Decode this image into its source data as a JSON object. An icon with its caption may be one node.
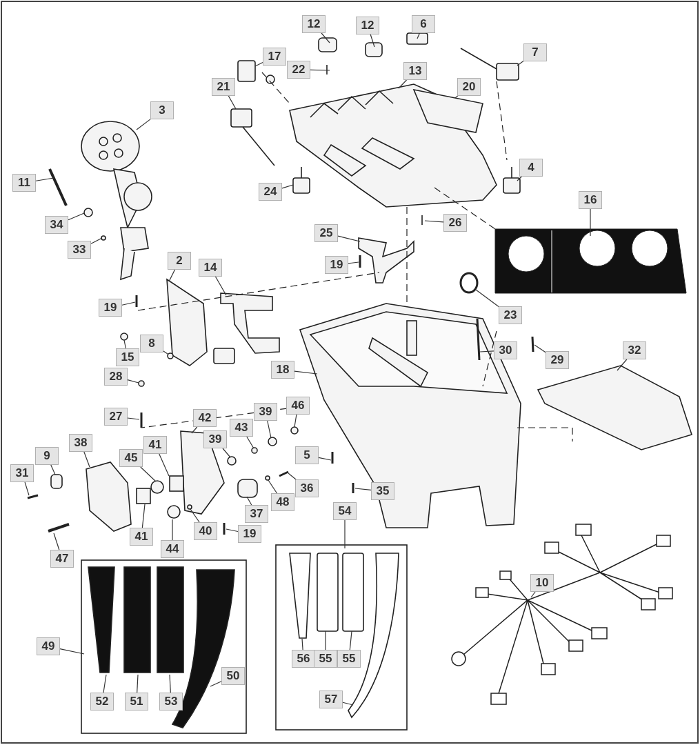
{
  "diagram": {
    "nodes": [
      {
        "text": [
          "12"
        ]
      },
      {
        "text": [
          "12"
        ]
      },
      {
        "text": [
          "6"
        ]
      },
      {
        "text": [
          "7"
        ]
      },
      {
        "text": [
          "17"
        ]
      },
      {
        "text": [
          "22"
        ]
      },
      {
        "text": [
          "13"
        ]
      },
      {
        "text": [
          "21"
        ]
      },
      {
        "text": [
          "20"
        ]
      },
      {
        "text": [
          "3"
        ]
      },
      {
        "text": [
          "11"
        ]
      },
      {
        "text": [
          "4"
        ]
      },
      {
        "text": [
          "24"
        ]
      },
      {
        "text": [
          "16"
        ]
      },
      {
        "text": [
          "34"
        ]
      },
      {
        "text": [
          "26"
        ]
      },
      {
        "text": [
          "25"
        ]
      },
      {
        "text": [
          "33"
        ]
      },
      {
        "text": [
          "2"
        ]
      },
      {
        "text": [
          "14"
        ]
      },
      {
        "text": [
          "19"
        ]
      },
      {
        "text": [
          "19"
        ]
      },
      {
        "text": [
          "23"
        ]
      },
      {
        "text": [
          "15"
        ]
      },
      {
        "text": [
          "8"
        ]
      },
      {
        "text": [
          "30"
        ]
      },
      {
        "text": [
          "29"
        ]
      },
      {
        "text": [
          "32"
        ]
      },
      {
        "text": [
          "18"
        ]
      },
      {
        "text": [
          "28"
        ]
      },
      {
        "text": [
          "46"
        ]
      },
      {
        "text": [
          "27"
        ]
      },
      {
        "text": [
          "42"
        ]
      },
      {
        "text": [
          "39"
        ]
      },
      {
        "text": [
          "43"
        ]
      },
      {
        "text": [
          "41"
        ]
      },
      {
        "text": [
          "39"
        ]
      },
      {
        "text": [
          "5"
        ]
      },
      {
        "text": [
          "9"
        ]
      },
      {
        "text": [
          "38"
        ]
      },
      {
        "text": [
          "45"
        ]
      },
      {
        "text": [
          "31"
        ]
      },
      {
        "text": [
          "36"
        ]
      },
      {
        "text": [
          "48"
        ]
      },
      {
        "text": [
          "37"
        ]
      },
      {
        "text": [
          "35"
        ]
      },
      {
        "text": [
          "54"
        ]
      },
      {
        "text": [
          "40"
        ]
      },
      {
        "text": [
          "19"
        ]
      },
      {
        "text": [
          "41"
        ]
      },
      {
        "text": [
          "44"
        ]
      },
      {
        "text": [
          "10"
        ]
      },
      {
        "text": [
          "47"
        ]
      },
      {
        "text": [
          "49"
        ]
      },
      {
        "text": [
          "56"
        ]
      },
      {
        "text": [
          "55"
        ]
      },
      {
        "text": [
          "55"
        ]
      },
      {
        "text": [
          "50"
        ]
      },
      {
        "text": [
          "52"
        ]
      },
      {
        "text": [
          "51"
        ]
      },
      {
        "text": [
          "53"
        ]
      },
      {
        "text": [
          "57"
        ]
      }
    ],
    "edges": [
      {
        "from": 0,
        "to": null,
        "arrow": "none"
      },
      {
        "from": 1,
        "to": null,
        "arrow": "none"
      },
      {
        "from": 2,
        "to": null,
        "arrow": "none"
      },
      {
        "from": 3,
        "to": null,
        "arrow": "none"
      },
      {
        "from": 4,
        "to": null,
        "arrow": "none"
      },
      {
        "from": 5,
        "to": null,
        "arrow": "none"
      },
      {
        "from": 6,
        "to": null,
        "arrow": "none"
      },
      {
        "from": 7,
        "to": null,
        "arrow": "none"
      },
      {
        "from": 8,
        "to": null,
        "arrow": "none"
      },
      {
        "from": 9,
        "to": null,
        "arrow": "none"
      },
      {
        "from": 10,
        "to": null,
        "arrow": "none"
      },
      {
        "from": 11,
        "to": null,
        "arrow": "none"
      },
      {
        "from": 12,
        "to": null,
        "arrow": "none"
      },
      {
        "from": 13,
        "to": null,
        "arrow": "none"
      },
      {
        "from": 14,
        "to": null,
        "arrow": "none"
      },
      {
        "from": 15,
        "to": null,
        "arrow": "none"
      },
      {
        "from": 16,
        "to": null,
        "arrow": "none"
      },
      {
        "from": 17,
        "to": null,
        "arrow": "none"
      },
      {
        "from": 18,
        "to": null,
        "arrow": "none"
      },
      {
        "from": 19,
        "to": null,
        "arrow": "none"
      },
      {
        "from": 20,
        "to": null,
        "arrow": "none"
      },
      {
        "from": 21,
        "to": null,
        "arrow": "none"
      },
      {
        "from": 22,
        "to": null,
        "arrow": "none"
      },
      {
        "from": 23,
        "to": null,
        "arrow": "none"
      },
      {
        "from": 24,
        "to": null,
        "arrow": "none"
      },
      {
        "from": 25,
        "to": null,
        "arrow": "none"
      },
      {
        "from": 26,
        "to": null,
        "arrow": "none"
      },
      {
        "from": 27,
        "to": null,
        "arrow": "none"
      },
      {
        "from": 28,
        "to": null,
        "arrow": "none"
      },
      {
        "from": 29,
        "to": null,
        "arrow": "none"
      },
      {
        "from": 30,
        "to": null,
        "arrow": "none"
      },
      {
        "from": 31,
        "to": null,
        "arrow": "none"
      },
      {
        "from": 32,
        "to": null,
        "arrow": "none"
      },
      {
        "from": 33,
        "to": null,
        "arrow": "none"
      },
      {
        "from": 34,
        "to": null,
        "arrow": "none"
      },
      {
        "from": 35,
        "to": null,
        "arrow": "none"
      },
      {
        "from": 36,
        "to": null,
        "arrow": "none"
      },
      {
        "from": 37,
        "to": null,
        "arrow": "none"
      },
      {
        "from": 38,
        "to": null,
        "arrow": "none"
      },
      {
        "from": 39,
        "to": null,
        "arrow": "none"
      },
      {
        "from": 40,
        "to": null,
        "arrow": "none"
      },
      {
        "from": 41,
        "to": null,
        "arrow": "none"
      },
      {
        "from": 42,
        "to": null,
        "arrow": "none"
      },
      {
        "from": 43,
        "to": null,
        "arrow": "none"
      },
      {
        "from": 44,
        "to": null,
        "arrow": "none"
      },
      {
        "from": 45,
        "to": null,
        "arrow": "none"
      },
      {
        "from": 46,
        "to": null,
        "arrow": "none"
      },
      {
        "from": 47,
        "to": null,
        "arrow": "none"
      },
      {
        "from": 48,
        "to": null,
        "arrow": "none"
      },
      {
        "from": 49,
        "to": null,
        "arrow": "none"
      },
      {
        "from": 50,
        "to": null,
        "arrow": "none"
      },
      {
        "from": 51,
        "to": null,
        "arrow": "none"
      },
      {
        "from": 52,
        "to": null,
        "arrow": "none"
      },
      {
        "from": 53,
        "to": null,
        "arrow": "none"
      },
      {
        "from": 54,
        "to": null,
        "arrow": "none"
      },
      {
        "from": 55,
        "to": null,
        "arrow": "none"
      },
      {
        "from": 56,
        "to": null,
        "arrow": "none"
      },
      {
        "from": 57,
        "to": null,
        "arrow": "none"
      },
      {
        "from": 58,
        "to": null,
        "arrow": "none"
      },
      {
        "from": 59,
        "to": null,
        "arrow": "none"
      },
      {
        "from": 60,
        "to": null,
        "arrow": "none"
      },
      {
        "from": 61,
        "to": null,
        "arrow": "none"
      }
    ]
  }
}
